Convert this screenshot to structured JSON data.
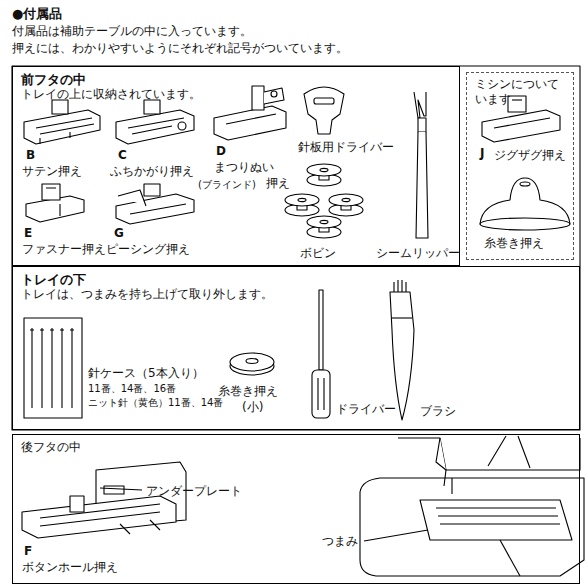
{
  "diagram": {
    "title": "●付属品",
    "nodes": [
      {
        "text": [
          "前フタの中",
          "トレイの上に収納されています。"
        ]
      },
      {
        "text": [
          "ミシンについています"
        ]
      },
      {
        "text": [
          "トレイの下",
          "トレイは、つまみを持ち上げて取り外します。"
        ]
      },
      {
        "text": [
          "後フタの中"
        ]
      }
    ],
    "labels": [
      "付属品は補助テーブルの中に入っています。",
      "押えには、わかりやすいようにそれぞれ記号がついています。",
      "B",
      "サテン押え",
      "C",
      "ふちかがり押え",
      "D",
      "まつりぬい",
      "(ブラインド)",
      "押え",
      "E",
      "ファスナー押え",
      "G",
      "ピーシング押え",
      "針板用ドライバー",
      "ボビン",
      "シームリッパー",
      "J",
      "ジグザグ押え",
      "糸巻き押え",
      "針ケース（5本入り）",
      "11番、14番、16番",
      "ニット針（黄色）11番、14番",
      "糸巻き押え",
      "(小)",
      "ドライバー",
      "ブラシ",
      "アンダープレート",
      "F",
      "ボタンホール押え",
      "つまみ"
    ]
  }
}
